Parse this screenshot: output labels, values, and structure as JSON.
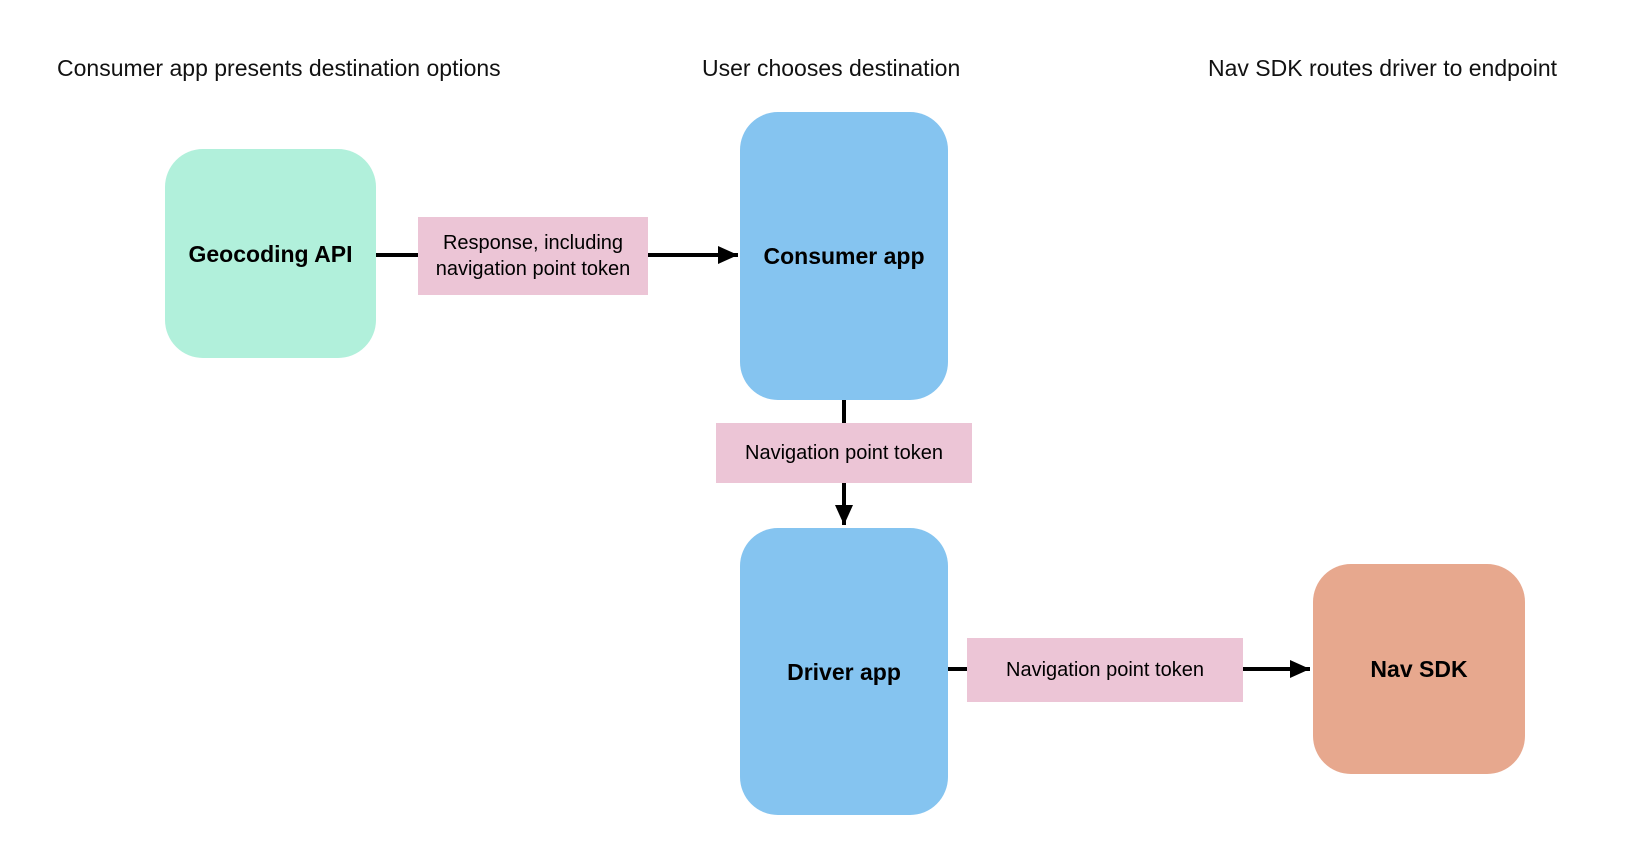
{
  "diagram": {
    "background": "#ffffff",
    "arrow_color": "#000000",
    "column_headers": [
      {
        "label": "Consumer app presents destination options"
      },
      {
        "label": "User chooses destination"
      },
      {
        "label": "Nav SDK routes driver to endpoint"
      }
    ],
    "nodes": [
      {
        "id": "geocoding-api",
        "label": "Geocoding API",
        "fill": "#B1F0DB"
      },
      {
        "id": "consumer-app",
        "label": "Consumer app",
        "fill": "#85C4F0"
      },
      {
        "id": "driver-app",
        "label": "Driver app",
        "fill": "#85C4F0"
      },
      {
        "id": "nav-sdk",
        "label": "Nav SDK",
        "fill": "#E7A88E"
      }
    ],
    "edges": [
      {
        "from": "geocoding-api",
        "to": "consumer-app",
        "label": "Response, including navigation point token",
        "label_fill": "#ECC5D6"
      },
      {
        "from": "consumer-app",
        "to": "driver-app",
        "label": "Navigation point token",
        "label_fill": "#ECC5D6"
      },
      {
        "from": "driver-app",
        "to": "nav-sdk",
        "label": "Navigation point token",
        "label_fill": "#ECC5D6"
      }
    ]
  }
}
